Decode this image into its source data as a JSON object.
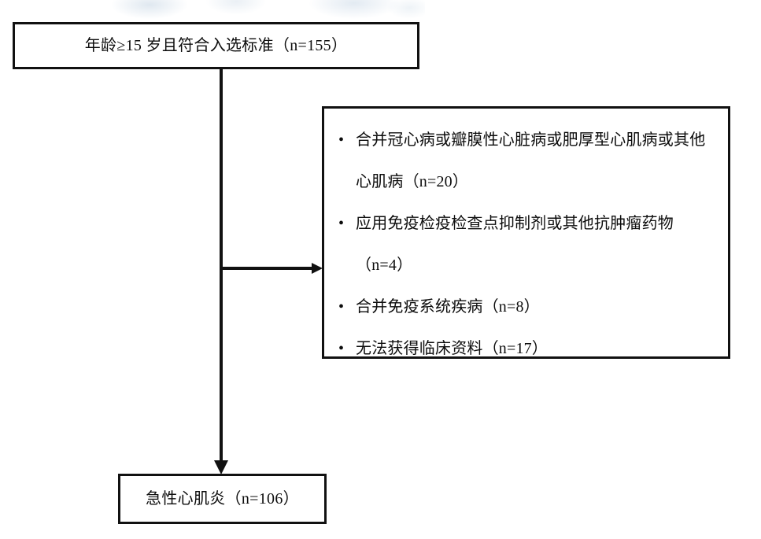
{
  "diagram": {
    "title": "Patient enrollment flow diagram",
    "line_color": "#111111",
    "background_color": "#ffffff"
  },
  "nodes": {
    "enrolled": {
      "label": "年龄≥15 岁且符合入选标准（n=155）",
      "count": 155
    },
    "excluded": {
      "items": [
        {
          "label": "合并冠心病或瓣膜性心脏病或肥厚型心肌病或其他心肌病（n=20）",
          "count": 20
        },
        {
          "label": "应用免疫检疫检查点抑制剂或其他抗肿瘤药物（n=4）",
          "count": 4
        },
        {
          "label": "合并免疫系统疾病（n=8）",
          "count": 8
        },
        {
          "label": "无法获得临床资料（n=17）",
          "count": 17
        }
      ]
    },
    "final": {
      "label": "急性心肌炎（n=106）",
      "count": 106
    }
  },
  "connectors": {
    "trunk": "vertical-line-enrolled-to-final",
    "branch": "horizontal-line-to-excluded"
  }
}
